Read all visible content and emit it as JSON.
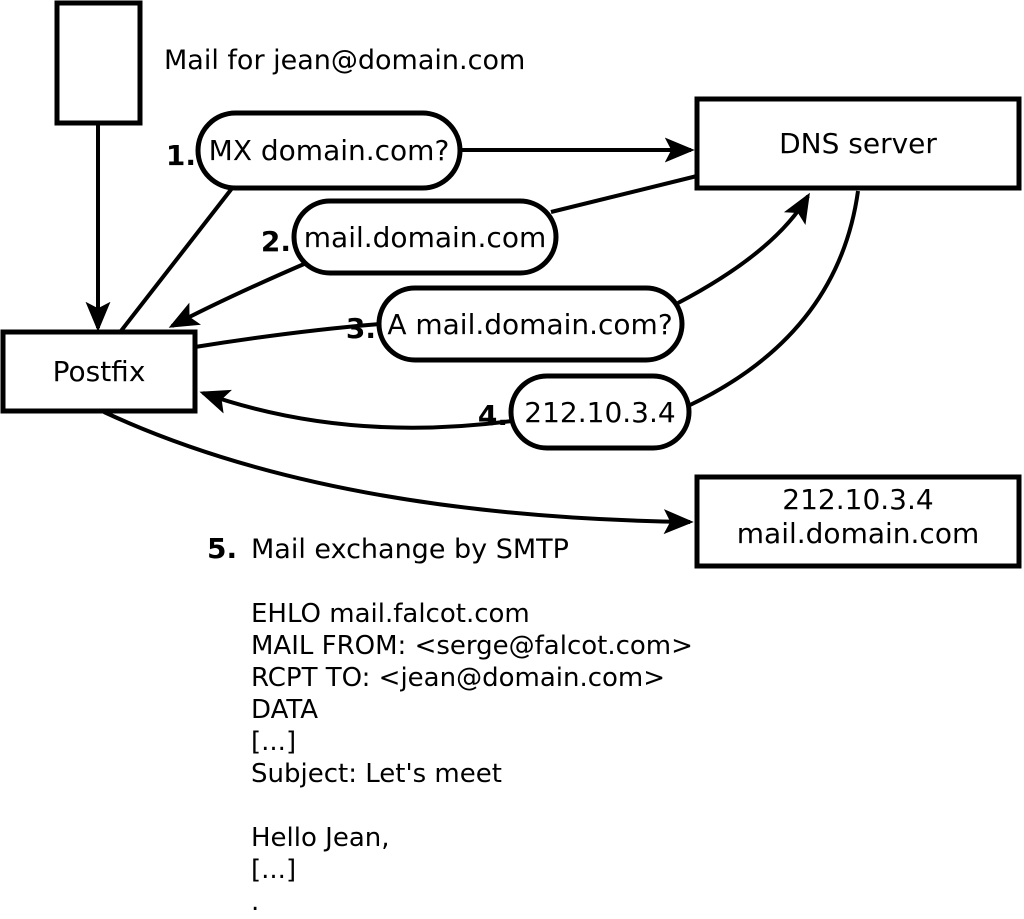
{
  "diagram": {
    "caption": "Mail for jean@domain.com",
    "nodes": {
      "postfix": "Postfix",
      "dns_server": "DNS server",
      "mail_server_line1": "212.10.3.4",
      "mail_server_line2": "mail.domain.com"
    },
    "steps": [
      {
        "num": "1.",
        "label": "MX domain.com?"
      },
      {
        "num": "2.",
        "label": "mail.domain.com"
      },
      {
        "num": "3.",
        "label": "A mail.domain.com?"
      },
      {
        "num": "4.",
        "label": "212.10.3.4"
      },
      {
        "num": "5.",
        "label": "Mail exchange by SMTP"
      }
    ],
    "smtp_session": [
      "EHLO mail.falcot.com",
      "MAIL FROM: <serge@falcot.com>",
      "RCPT TO: <jean@domain.com>",
      "DATA",
      "[...]",
      "Subject: Let's meet",
      "",
      "Hello Jean,",
      "[...]",
      "."
    ],
    "colors": {
      "stroke": "#000000",
      "background": "#ffffff"
    }
  }
}
